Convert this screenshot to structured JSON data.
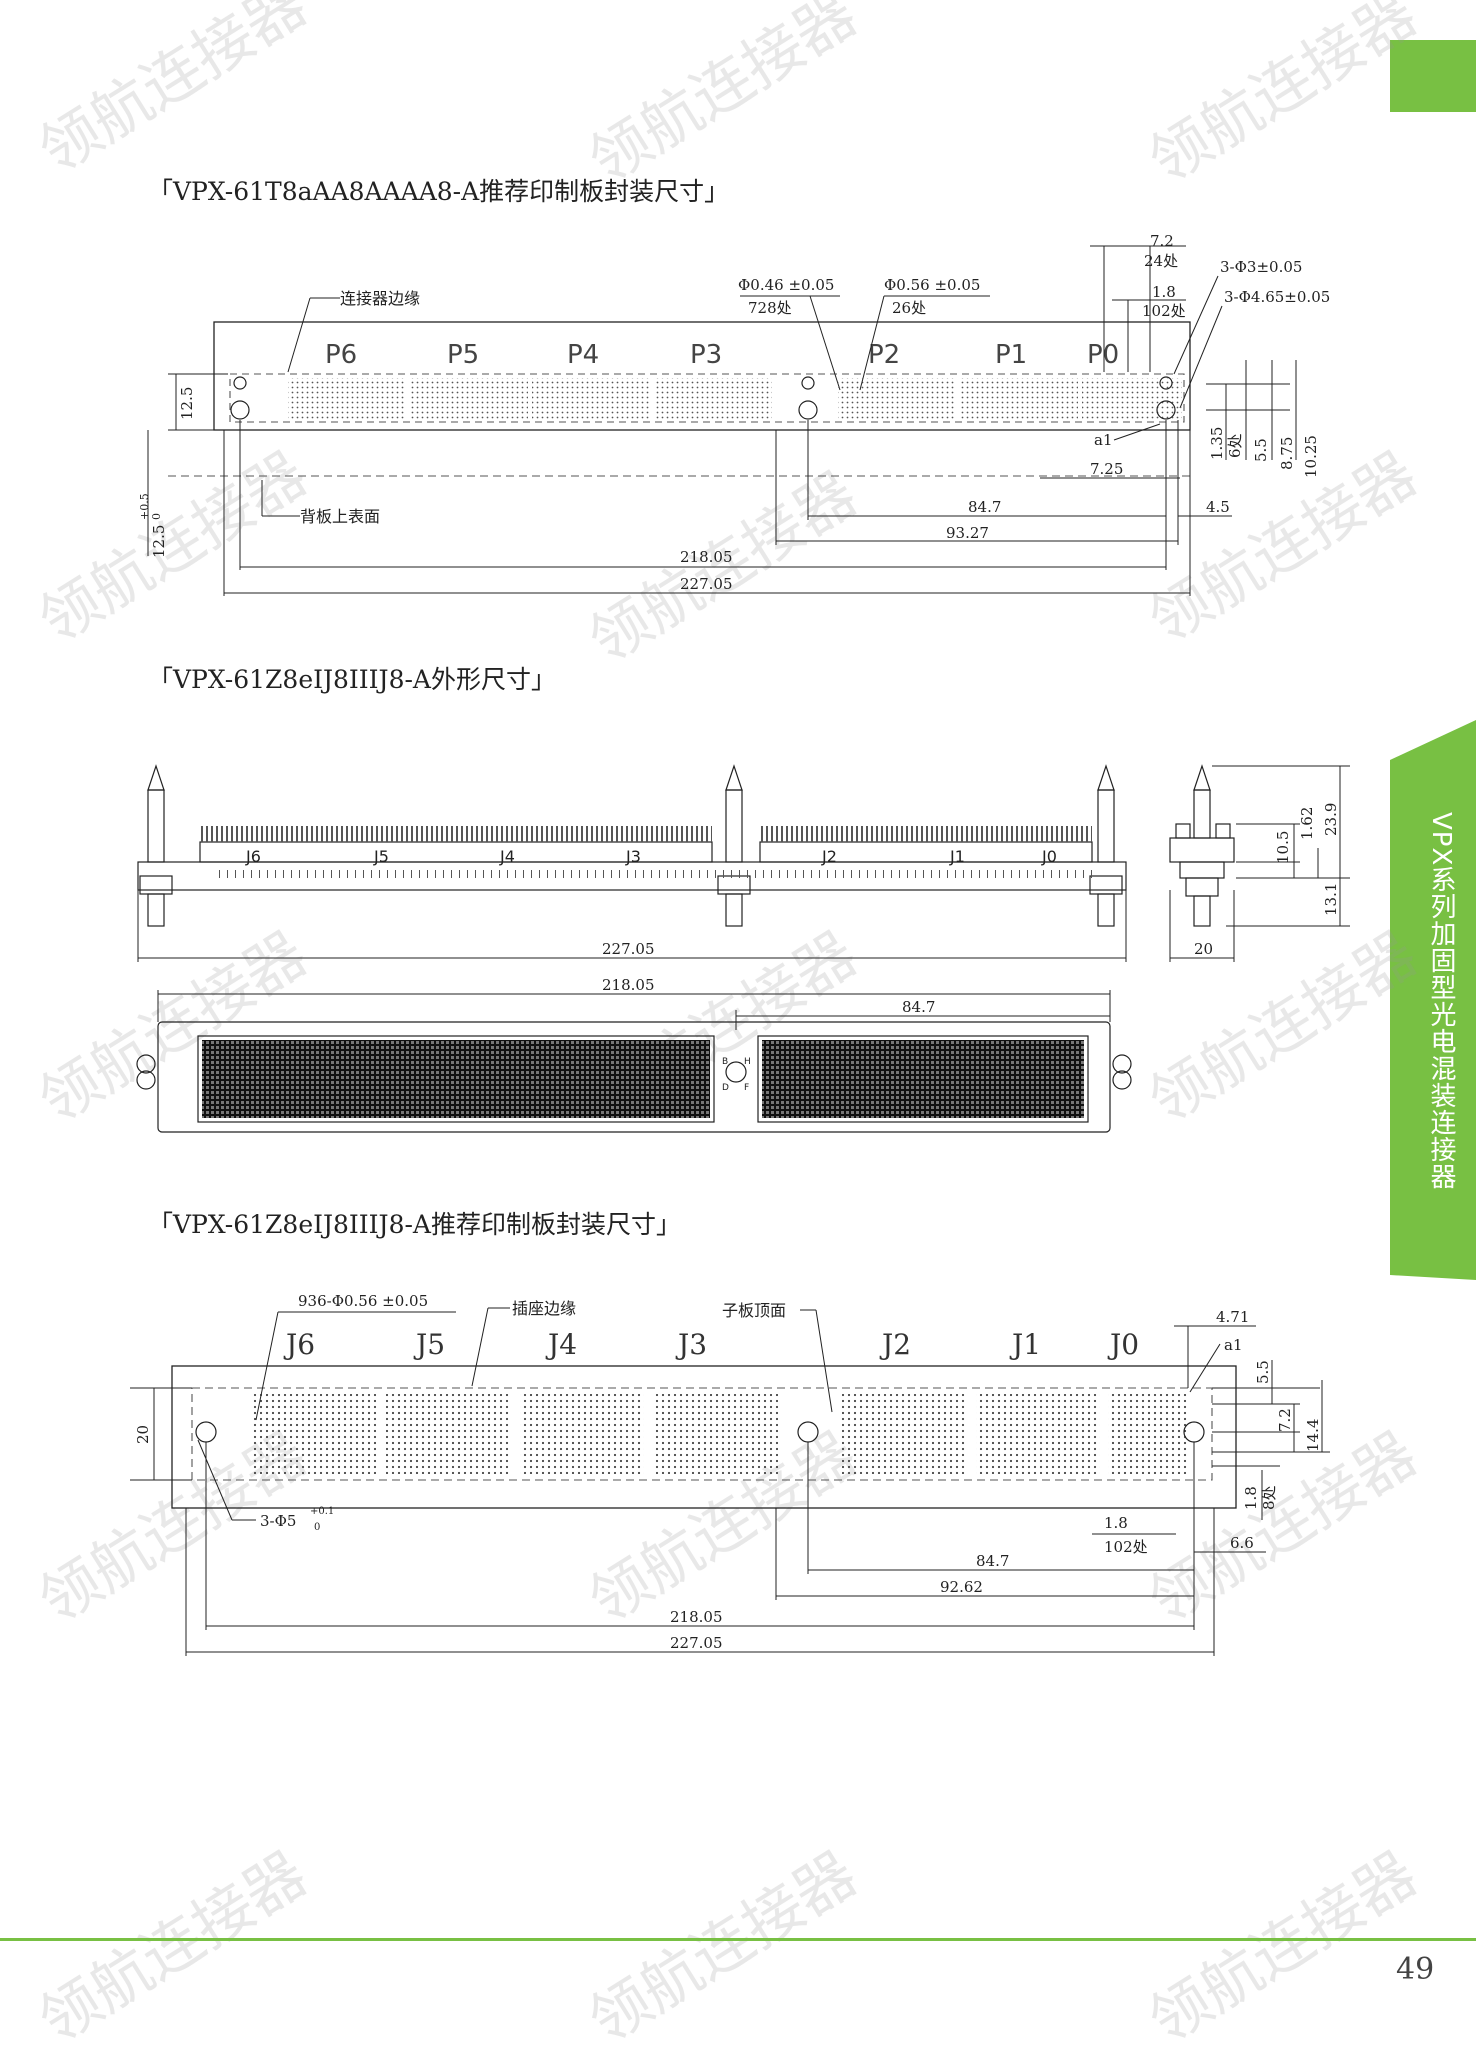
{
  "sections": [
    {
      "title": "「VPX-61T8aAA8AAAA8-A推荐印制板封装尺寸」"
    },
    {
      "title": "「VPX-61Z8eIJ8IIIJ8-A外形尺寸」"
    },
    {
      "title": "「VPX-61Z8eIJ8IIIJ8-A推荐印制板封装尺寸」"
    }
  ],
  "side_label": "VPX系列加固型光电混装连接器",
  "watermark": "领航连接器",
  "page_number": "49",
  "colors": {
    "accent": "#78c043",
    "line": "#222222",
    "dashed": "#555555"
  },
  "fig1": {
    "slots": [
      "P6",
      "P5",
      "P4",
      "P3",
      "P2",
      "P1",
      "P0"
    ],
    "label_edge": "连接器边缘",
    "label_backplane": "背板上表面",
    "hole_note_1": "Φ0.46 ±0.05",
    "hole_count_1": "728处",
    "hole_note_2": "Φ0.56 ±0.05",
    "hole_count_2": "26处",
    "d_72": "7.2",
    "d_72_count": "24处",
    "d_18": "1.8",
    "d_18_count": "102处",
    "d_phi3": "3-Φ3±0.05",
    "d_phi465": "3-Φ4.65±0.05",
    "d_125": "12.5",
    "d_125_tol_up": "+0.5",
    "d_125_tol_lo": "0",
    "d_135": "1.35",
    "d_135_count": "6处",
    "d_55": "5.5",
    "d_875": "8.75",
    "d_1025": "10.25",
    "d_725": "7.25",
    "d_45": "4.5",
    "d_a1": "a1",
    "d_847": "84.7",
    "d_9327": "93.27",
    "d_21805": "218.05",
    "d_22705": "227.05"
  },
  "fig2": {
    "slots": [
      "J6",
      "J5",
      "J4",
      "J3",
      "J2",
      "J1",
      "J0"
    ],
    "d_22705": "227.05",
    "d_21805": "218.05",
    "d_847": "84.7",
    "d_20": "20",
    "d_239": "23.9",
    "d_162": "1.62",
    "d_105": "10.5",
    "d_131": "13.1",
    "pin_letters": [
      "B",
      "H",
      "D",
      "F"
    ]
  },
  "fig3": {
    "slots": [
      "J6",
      "J5",
      "J4",
      "J3",
      "J2",
      "J1",
      "J0"
    ],
    "hole_note": "936-Φ0.56 ±0.05",
    "label_socket_edge": "插座边缘",
    "label_daughter": "子板顶面",
    "d_471": "4.71",
    "d_a1": "a1",
    "d_55": "5.5",
    "d_72": "7.2",
    "d_144": "14.4",
    "d_20": "20",
    "d_18": "1.8",
    "d_18_count": "8处",
    "d_18b": "1.8",
    "d_18b_count": "102处",
    "d_66": "6.6",
    "d_phi5": "3-Φ5",
    "d_phi5_tol_up": "+0.1",
    "d_phi5_tol_lo": "0",
    "d_847": "84.7",
    "d_9262": "92.62",
    "d_21805": "218.05",
    "d_22705": "227.05"
  }
}
